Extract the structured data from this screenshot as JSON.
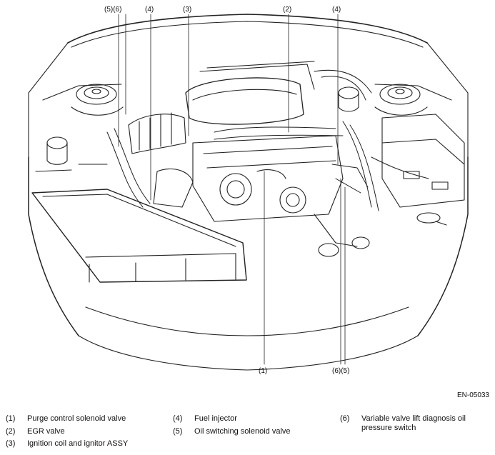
{
  "callouts": {
    "top_5_6": "(5)(6)",
    "top_4_left": "(4)",
    "top_3": "(3)",
    "top_2": "(2)",
    "top_4_right": "(4)",
    "bottom_1": "(1)",
    "bottom_6_5": "(6)(5)"
  },
  "figure_code": "EN-05033",
  "legend": [
    {
      "num": "(1)",
      "text": "Purge control solenoid valve"
    },
    {
      "num": "(2)",
      "text": "EGR valve"
    },
    {
      "num": "(3)",
      "text": "Ignition coil and ignitor ASSY"
    },
    {
      "num": "(4)",
      "text": "Fuel injector"
    },
    {
      "num": "(5)",
      "text": "Oil switching solenoid valve"
    },
    {
      "num": "(6)",
      "text_line1": "Variable valve lift diagnosis oil",
      "text_line2": "pressure switch"
    }
  ]
}
